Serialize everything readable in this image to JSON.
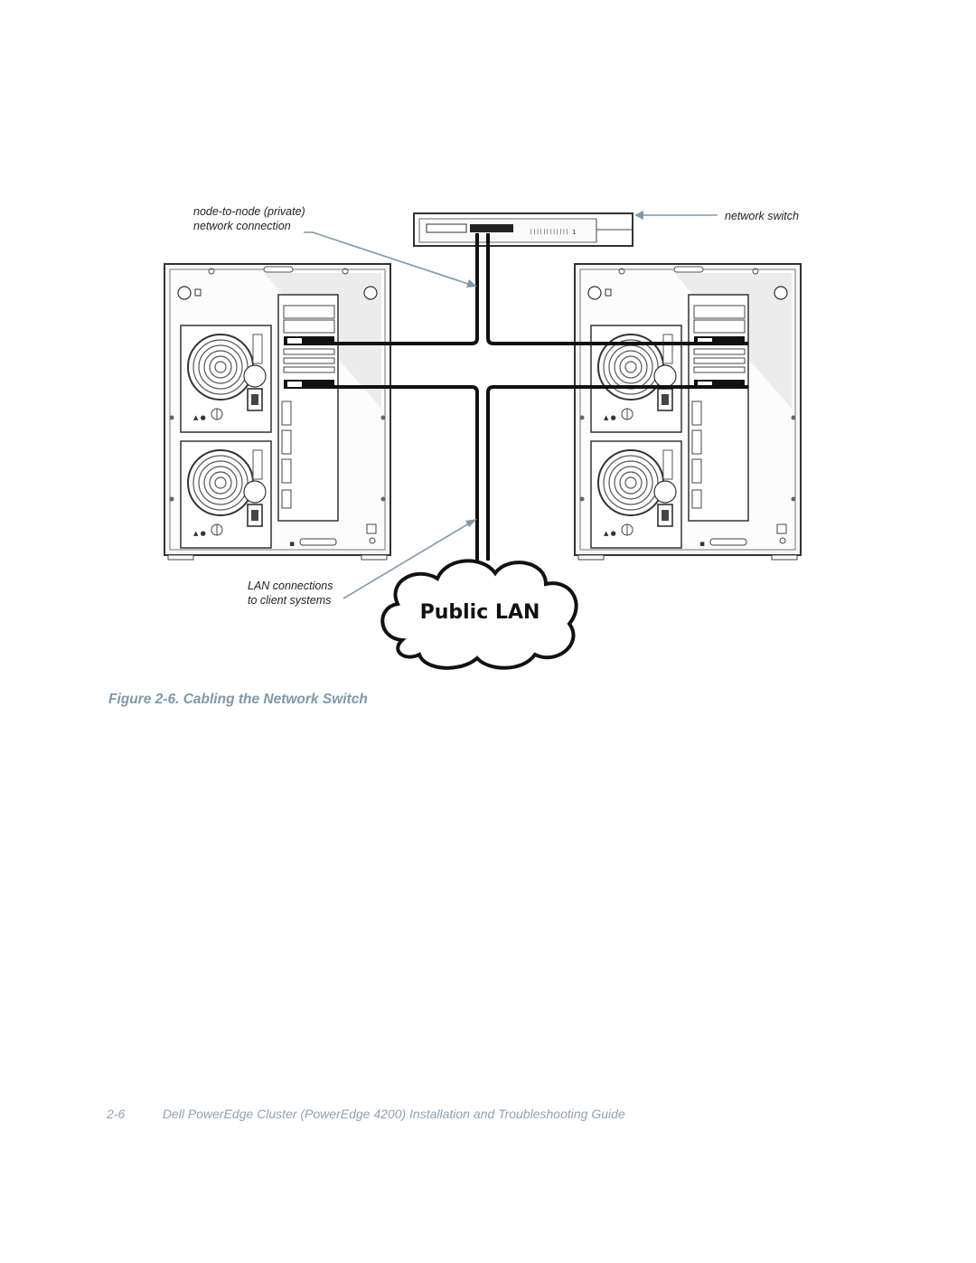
{
  "figure": {
    "callouts": {
      "private_line1": "node-to-node (private)",
      "private_line2": "network connection",
      "switch": "network switch",
      "lan_line1": "LAN connections",
      "lan_line2": "to client systems"
    },
    "cloud_label": "Public LAN",
    "caption_prefix": "Figure 2-6.",
    "caption_title": "Cabling the Network Switch"
  },
  "footer": {
    "page_number": "2-6",
    "guide_title": "Dell PowerEdge Cluster (PowerEdge 4200) Installation and Troubleshooting Guide"
  },
  "colors": {
    "callout_line": "#7f98ab",
    "caption": "#7f98ab",
    "footer": "#8ea2b2",
    "cable": "#111111"
  }
}
